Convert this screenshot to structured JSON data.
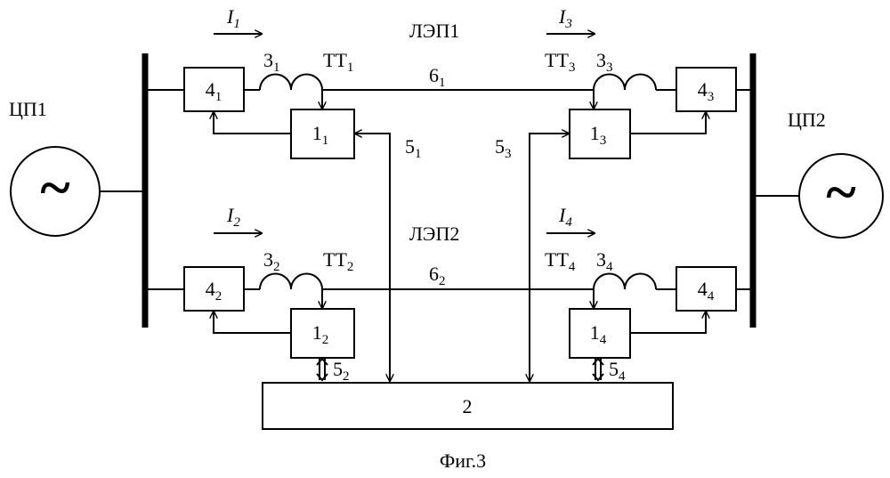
{
  "sources": [
    {
      "label": "ЦП1",
      "symbol": "~"
    },
    {
      "label": "ЦП2",
      "symbol": "~"
    }
  ],
  "lines": [
    {
      "label": "ЛЭП1"
    },
    {
      "label": "ЛЭП2"
    }
  ],
  "currents": [
    {
      "sym": "I",
      "sub": "1"
    },
    {
      "sym": "I",
      "sub": "2"
    },
    {
      "sym": "I",
      "sub": "3"
    },
    {
      "sym": "I",
      "sub": "4"
    }
  ],
  "switch_blocks": [
    {
      "num": "4",
      "sub": "1"
    },
    {
      "num": "4",
      "sub": "2"
    },
    {
      "num": "4",
      "sub": "3"
    },
    {
      "num": "4",
      "sub": "4"
    }
  ],
  "relay_blocks": [
    {
      "num": "1",
      "sub": "1"
    },
    {
      "num": "1",
      "sub": "2"
    },
    {
      "num": "1",
      "sub": "3"
    },
    {
      "num": "1",
      "sub": "4"
    }
  ],
  "coils": [
    {
      "num": "3",
      "sub": "1"
    },
    {
      "num": "3",
      "sub": "2"
    },
    {
      "num": "3",
      "sub": "3"
    },
    {
      "num": "3",
      "sub": "4"
    }
  ],
  "transformers": [
    {
      "name": "ТТ",
      "sub": "1"
    },
    {
      "name": "ТТ",
      "sub": "2"
    },
    {
      "name": "ТТ",
      "sub": "3"
    },
    {
      "name": "ТТ",
      "sub": "4"
    }
  ],
  "line_segments": [
    {
      "num": "6",
      "sub": "1"
    },
    {
      "num": "6",
      "sub": "2"
    }
  ],
  "links": [
    {
      "num": "5",
      "sub": "1"
    },
    {
      "num": "5",
      "sub": "2"
    },
    {
      "num": "5",
      "sub": "3"
    },
    {
      "num": "5",
      "sub": "4"
    }
  ],
  "central_unit": {
    "label": "2"
  },
  "caption": "Фиг.3"
}
